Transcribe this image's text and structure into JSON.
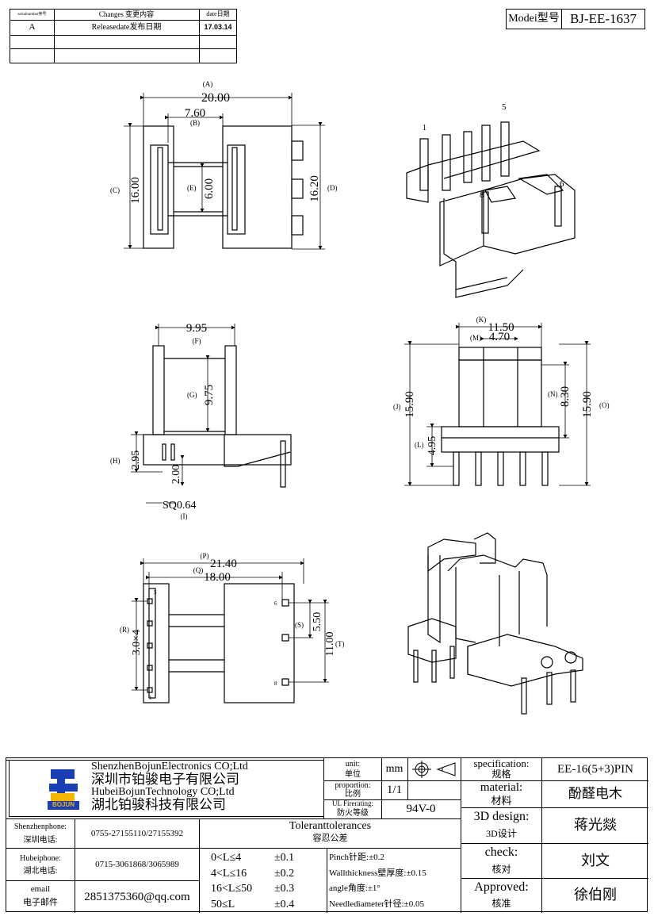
{
  "revision_table": {
    "headers": {
      "serial": "serialnumber序号",
      "changes": "Changes 变更内容",
      "date": "date日期"
    },
    "rows": [
      {
        "serial": "A",
        "changes": "Releasedate发布日期",
        "date": "17.03.14"
      },
      {
        "serial": "",
        "changes": "",
        "date": ""
      },
      {
        "serial": "",
        "changes": "",
        "date": ""
      }
    ]
  },
  "model": {
    "label": "Modei型号",
    "value": "BJ-EE-1637"
  },
  "pin_labels": {
    "p1": "1",
    "p5": "5",
    "p6": "6",
    "p8": "8"
  },
  "dimensions": {
    "A": "(A)",
    "A_val": "20.00",
    "B": "(B)",
    "B_val": "7.60",
    "C": "(C)",
    "C_val": "16.00",
    "D": "(D)",
    "D_val": "16.20",
    "E": "(E)",
    "E_val": "6.00",
    "F": "(F)",
    "F_val": "9.95",
    "G": "(G)",
    "G_val": "9.75",
    "H": "(H)",
    "H_val": "2.95",
    "H2_val": "2.00",
    "I": "(I)",
    "I_val": "SQ0.64",
    "J": "(J)",
    "J_val": "15.90",
    "K": "(K)",
    "K_val": "11.50",
    "L": "(L)",
    "L_val": "4.95",
    "M": "(M)",
    "M_val": "4.70",
    "N": "(N)",
    "N_val": "8.30",
    "O": "(O)",
    "O_val": "15.90",
    "P": "(P)",
    "P_val": "21.40",
    "Q": "(Q)",
    "Q_val": "18.00",
    "R": "(R)",
    "R_val": "3.0×4",
    "S": "(S)",
    "S_val": "5.50",
    "T": "(T)",
    "T_val": "11.00"
  },
  "title_block": {
    "company_en1": "ShenzhenBojunElectronics CO;Ltd",
    "company_cn1": "深圳市铂骏电子有限公司",
    "company_en2": "HubeiBojunTechnology CO;Ltd",
    "company_cn2": "湖北铂骏科技有限公司",
    "logo_text": "BOJUN",
    "unit_label": "unit:",
    "unit_label_cn": "单位",
    "unit_value": "mm",
    "proportion_label": "proportion:",
    "proportion_label_cn": "比例",
    "proportion_value": "1/1",
    "fire_label": "UL Firerating:",
    "fire_label_cn": "防火等级",
    "fire_value": "94V-0",
    "spec_label": "specification:",
    "spec_label_cn": "规格",
    "spec_value": "EE-16(5+3)PIN",
    "material_label": "material:",
    "material_label_cn": "材料",
    "material_value": "酚醛电木",
    "design_label": "3D design:",
    "design_label_cn": "3D设计",
    "design_value": "蒋光燚",
    "check_label": "check:",
    "check_label_cn": "核对",
    "check_value": "刘文",
    "approved_label": "Approved:",
    "approved_label_cn": "核准",
    "approved_value": "徐伯刚",
    "sz_phone_label": "Shenzhenphone:",
    "sz_phone_label_cn": "深圳电话:",
    "sz_phone": "0755-27155110/27155392",
    "hb_phone_label": "Hubeiphone:",
    "hb_phone_label_cn": "湖北电话:",
    "hb_phone": "0715-3061868/3065989",
    "email_label": "email",
    "email_label_cn": "电子邮件",
    "email": "2851375360@qq.com",
    "tol_title": "Toleranttolerances",
    "tol_title_cn": "容忍公差",
    "tol_ranges": [
      {
        "range": "0<L≤4",
        "tol": "±0.1"
      },
      {
        "range": "4<L≤16",
        "tol": "±0.2"
      },
      {
        "range": "16<L≤50",
        "tol": "±0.3"
      },
      {
        "range": "50≤L",
        "tol": "±0.4"
      }
    ],
    "tol_notes": [
      "Pinch针距:±0.2",
      "Wallthickness壁厚度:±0.15",
      "angle角度:±1°",
      "Needlediameter针径:±0.05"
    ]
  }
}
